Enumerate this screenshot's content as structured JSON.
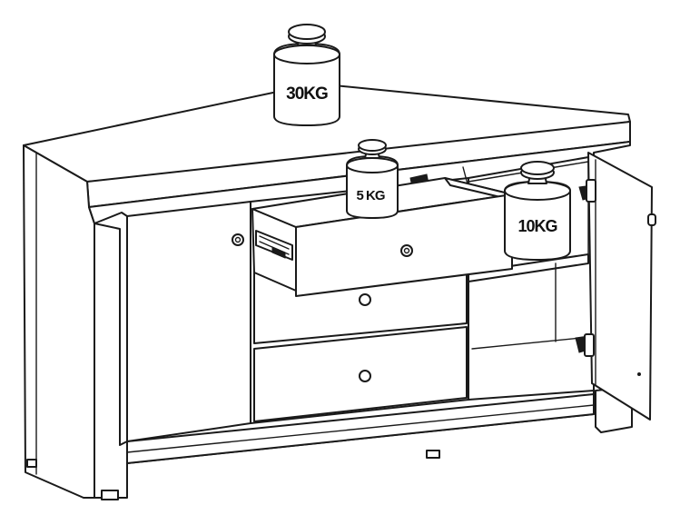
{
  "weights": {
    "top": {
      "label": "30KG"
    },
    "drawer": {
      "label": "5 KG"
    },
    "shelf": {
      "label": "10KG"
    }
  },
  "colors": {
    "line": "#1a1a1a",
    "background": "#ffffff"
  },
  "icons": [
    "knob-icon",
    "hinge-icon",
    "drawer-slide-icon"
  ]
}
